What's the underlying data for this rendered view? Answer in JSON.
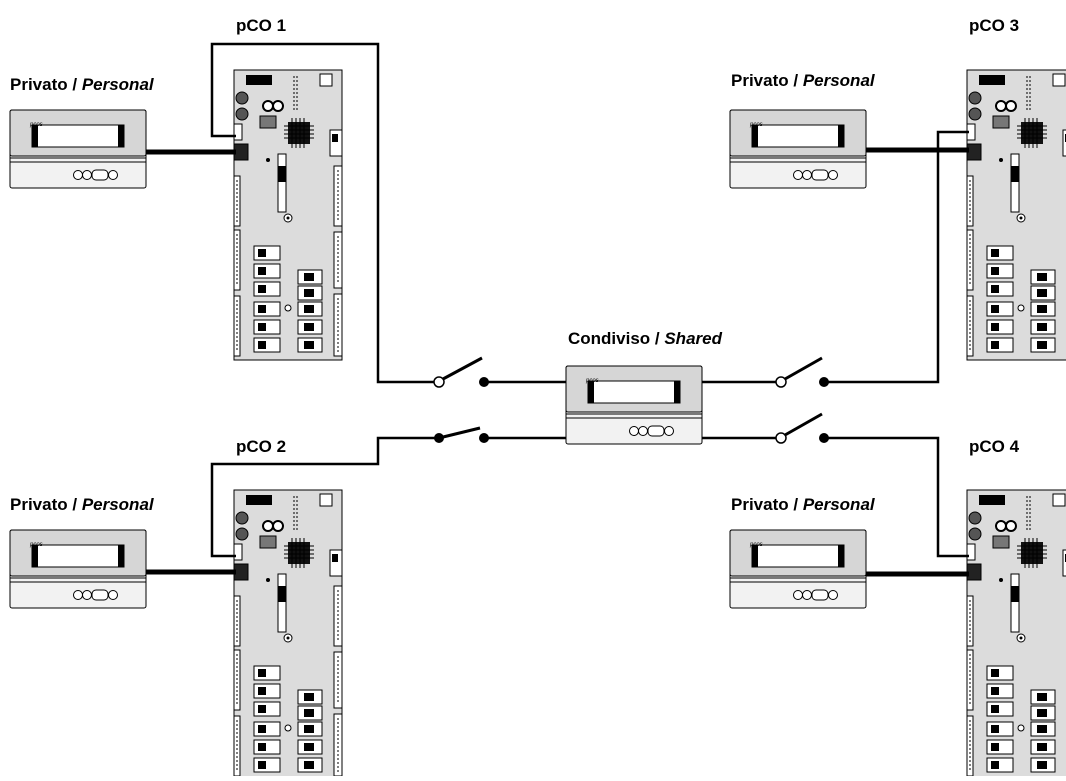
{
  "labels": {
    "pco1": "pCO 1",
    "pco2": "pCO 2",
    "pco3": "pCO 3",
    "pco4": "pCO 4",
    "private_main": "Privato / ",
    "private_italic": "Personal",
    "shared_main": "Condiviso / ",
    "shared_italic": "Shared",
    "terminal_logo": "pcos"
  },
  "icons": {
    "controller": "controller-board-icon",
    "terminal": "display-terminal-icon",
    "switch": "open-switch-icon"
  },
  "colors": {
    "board_fill": "#dcdcdc",
    "terminal_top": "#d6d6d6",
    "terminal_body": "#f2f2f2",
    "line": "#000000"
  }
}
